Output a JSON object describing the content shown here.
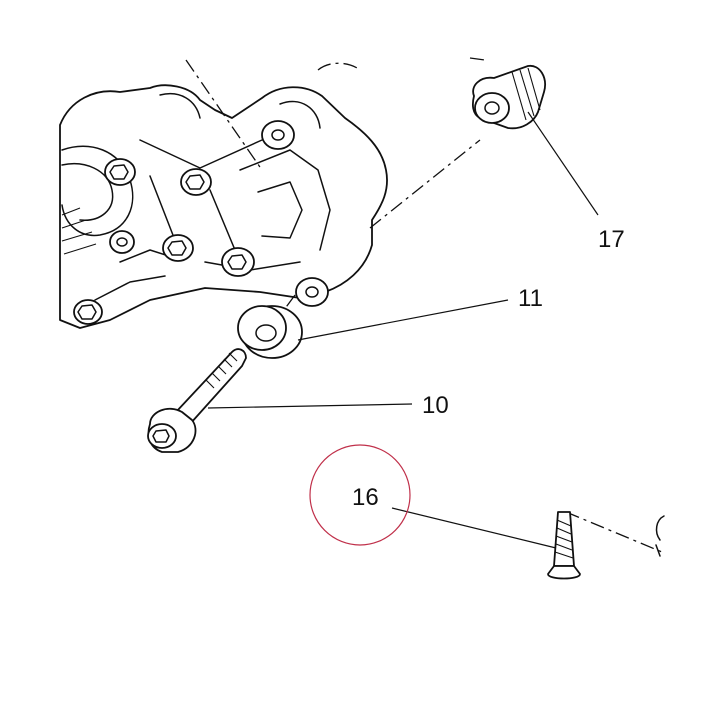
{
  "callouts": [
    {
      "id": "17",
      "label": "17"
    },
    {
      "id": "11",
      "label": "11"
    },
    {
      "id": "10",
      "label": "10"
    },
    {
      "id": "16",
      "label": "16"
    }
  ],
  "highlight": {
    "target": "16",
    "color": "#c0304a"
  },
  "colors": {
    "line": "#111111",
    "background": "#ffffff"
  }
}
